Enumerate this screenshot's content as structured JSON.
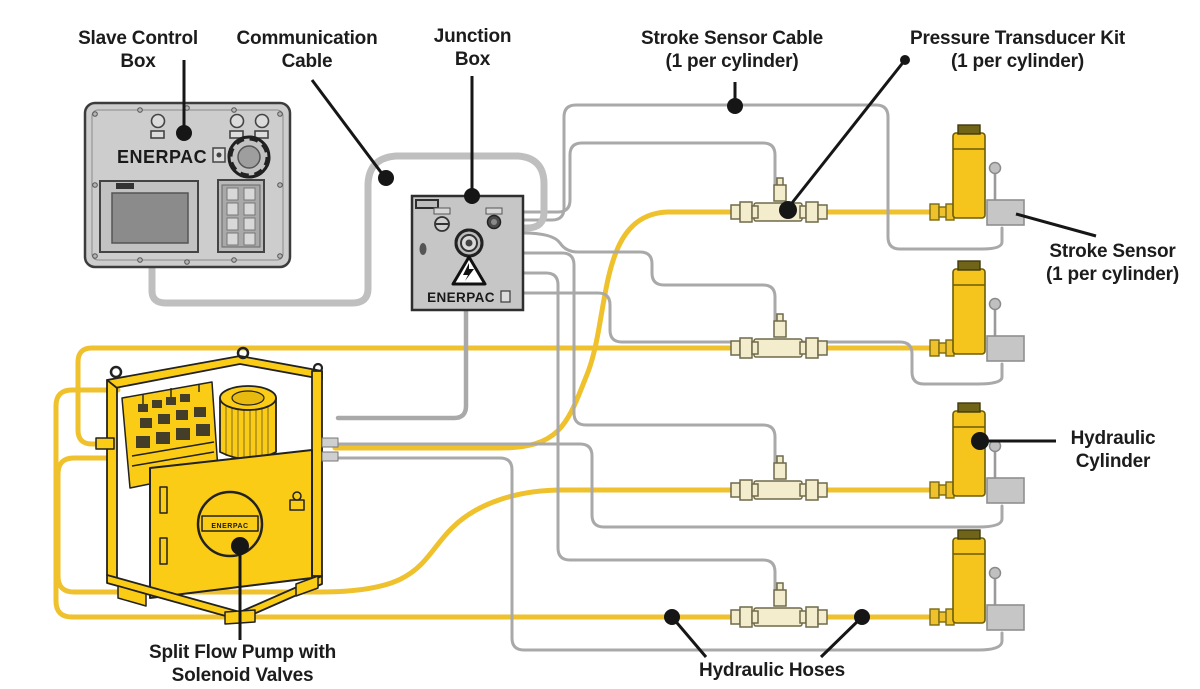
{
  "diagram": {
    "labels": {
      "slave_control_box": {
        "line1": "Slave Control",
        "line2": "Box"
      },
      "communication_cable": {
        "line1": "Communication",
        "line2": "Cable"
      },
      "junction_box": {
        "line1": "Junction",
        "line2": "Box"
      },
      "stroke_sensor_cable": {
        "line1": "Stroke Sensor Cable",
        "line2": "(1 per cylinder)"
      },
      "pressure_transducer_kit": {
        "line1": "Pressure Transducer Kit",
        "line2": "(1 per cylinder)"
      },
      "stroke_sensor": {
        "line1": "Stroke Sensor",
        "line2": "(1 per cylinder)"
      },
      "hydraulic_cylinder": {
        "line1": "Hydraulic",
        "line2": "Cylinder"
      },
      "split_flow_pump": {
        "line1": "Split Flow Pump with",
        "line2": "Solenoid Valves"
      },
      "hydraulic_hoses": {
        "line1": "Hydraulic Hoses"
      }
    },
    "brand": {
      "name": "ENERPAC"
    },
    "colors": {
      "hose_yellow": "#EFC12D",
      "equipment_yellow": "#FBCC16",
      "cable_gray": "#A9A9A9",
      "comm_cable_gray": "#BFBFBF",
      "panel_gray": "#CACACA",
      "label_text": "#1C1C1C"
    },
    "counts": {
      "cylinders": 4,
      "hydraulic_hoses": 4,
      "pressure_transducers": 4,
      "stroke_sensors": 4
    }
  }
}
